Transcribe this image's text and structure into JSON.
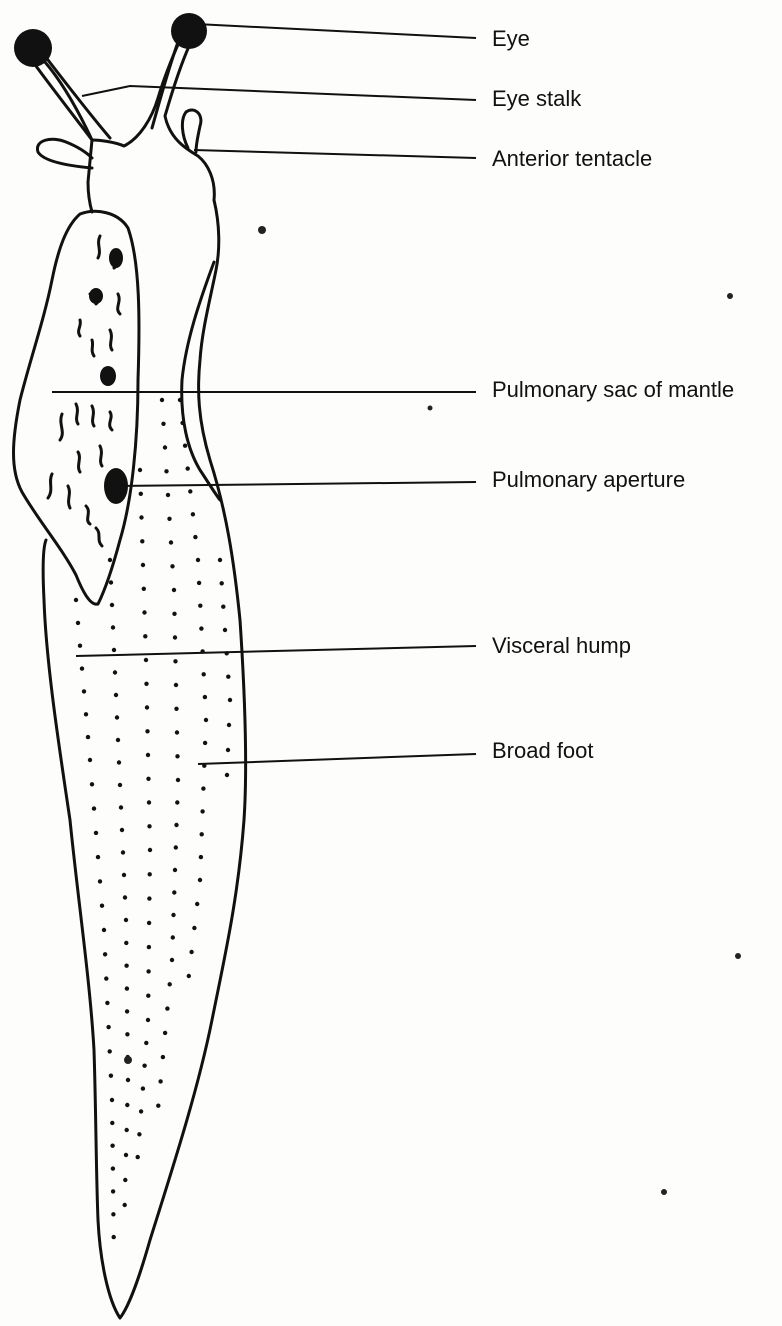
{
  "labels": {
    "eye": "Eye",
    "eye_stalk": "Eye stalk",
    "anterior_tentacle": "Anterior tentacle",
    "pulmonary_sac": "Pulmonary sac of mantle",
    "pulmonary_aperture": "Pulmonary aperture",
    "visceral_hump": "Visceral hump",
    "broad_foot": "Broad foot"
  },
  "colors": {
    "ink": "#111111",
    "paper": "#fdfdfb"
  }
}
